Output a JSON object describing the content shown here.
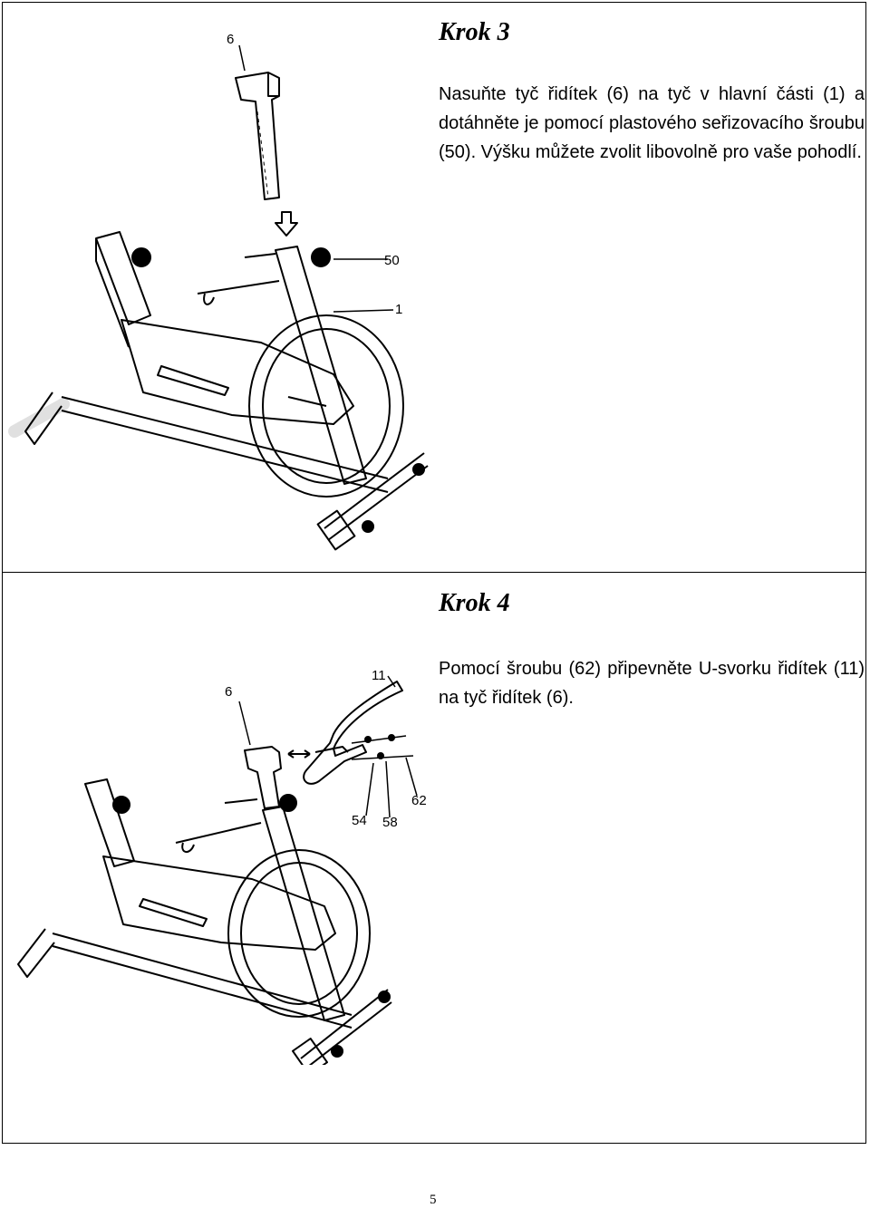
{
  "step3": {
    "title": "Krok 3",
    "text": "Nasuňte tyč řidítek (6) na tyč v hlavní části (1) a dotáhněte je pomocí plastového seřizovacího šroubu (50). Výšku můžete zvolit libovolně pro vaše pohodlí.",
    "labels": {
      "handlebar_post": "6",
      "adjust_knob": "50",
      "main_frame": "1"
    }
  },
  "step4": {
    "title": "Krok 4",
    "text": "Pomocí šroubu (62) připevněte U-svorku řidítek (11) na tyč řidítek (6).",
    "labels": {
      "handlebar": "11",
      "handlebar_post": "6",
      "washer_54": "54",
      "washer_58": "58",
      "bolt": "62"
    }
  },
  "page_number": "5"
}
